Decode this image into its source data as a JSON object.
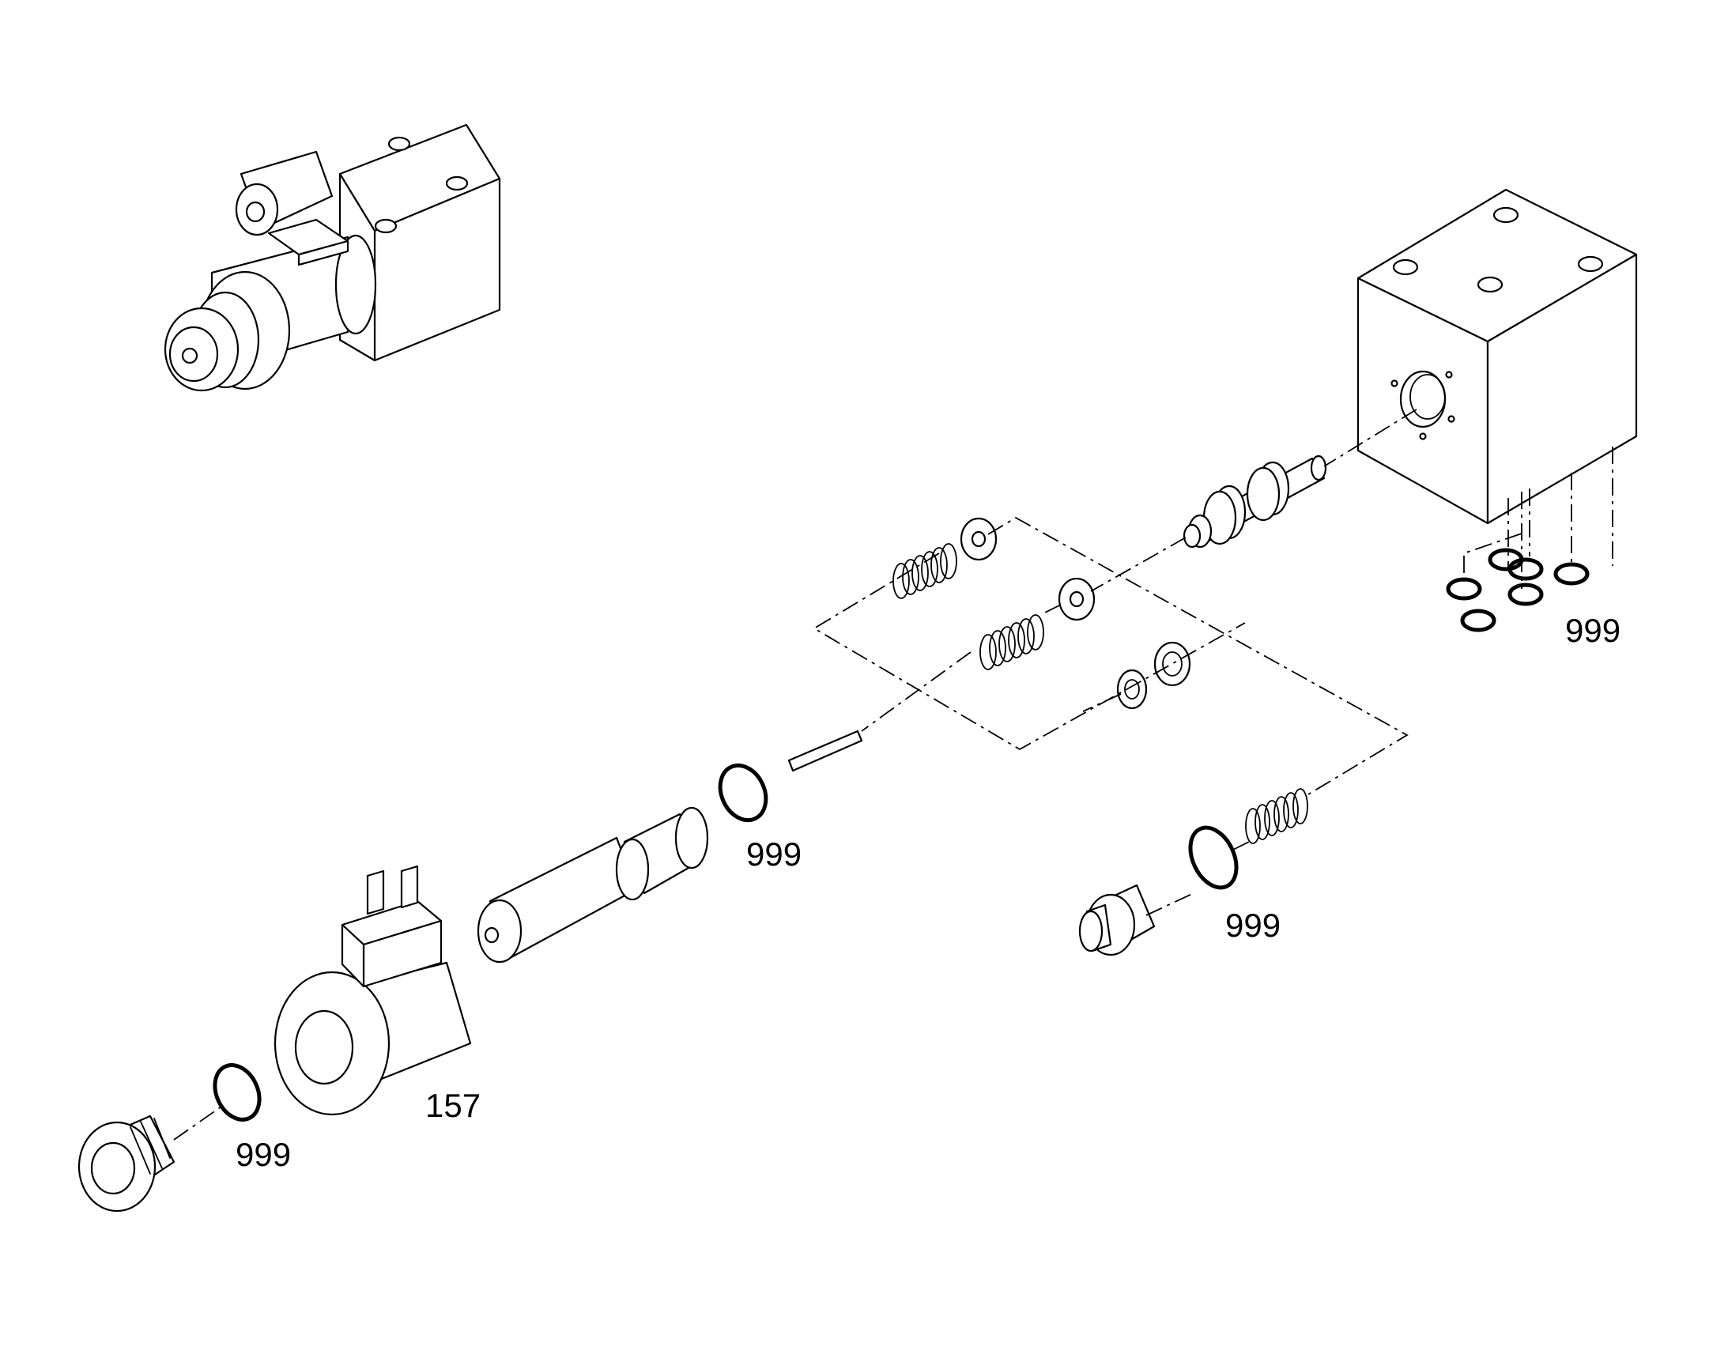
{
  "callouts": {
    "seals_block": "999",
    "seal_tube": "999",
    "seal_plug": "999",
    "solenoid_coil": "157",
    "seal_nut": "999"
  },
  "colors": {
    "line": "#000000",
    "background": "#ffffff"
  }
}
